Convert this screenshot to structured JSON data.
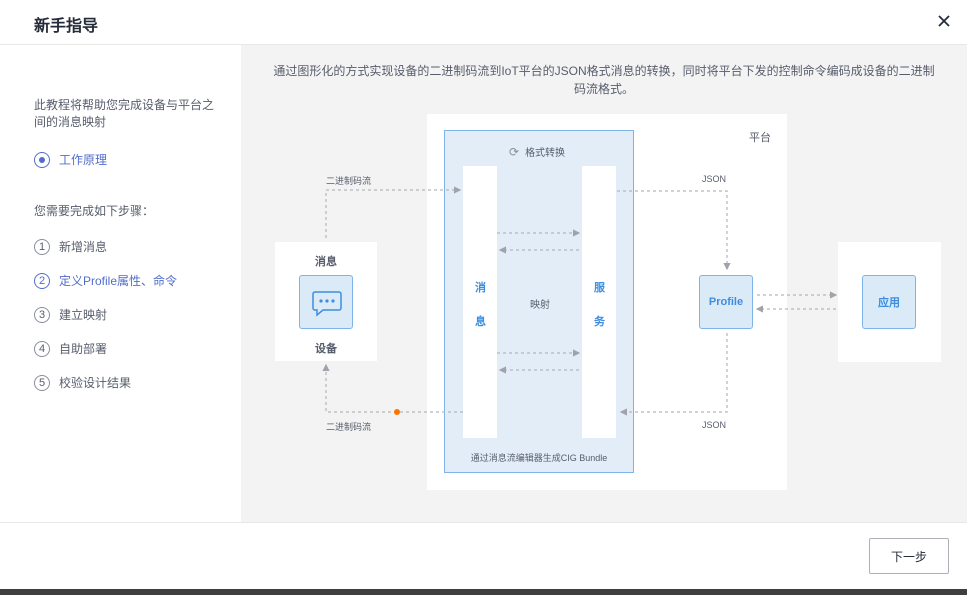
{
  "dialog": {
    "title": "新手指导",
    "close_icon": "close-icon"
  },
  "sidebar": {
    "intro": "此教程将帮助您完成设备与平台之间的消息映射",
    "principle": "工作原理",
    "needs": "您需要完成如下步骤：",
    "steps": [
      {
        "num": "1",
        "label": "新增消息"
      },
      {
        "num": "2",
        "label": "定义Profile属性、命令"
      },
      {
        "num": "3",
        "label": "建立映射"
      },
      {
        "num": "4",
        "label": "自助部署"
      },
      {
        "num": "5",
        "label": "校验设计结果"
      }
    ]
  },
  "main": {
    "description": "通过图形化的方式实现设备的二进制码流到IoT平台的JSON格式消息的转换，同时将平台下发的控制命令编码成设备的二进制码流格式。",
    "diagram": {
      "platform": "平台",
      "format_conversion": "格式转换",
      "message_col": [
        "消",
        "息"
      ],
      "service_col": [
        "服",
        "务"
      ],
      "mapping": "映射",
      "bundle": "通过消息流编辑器生成CIG Bundle",
      "device_top": "消息",
      "device_bottom": "设备",
      "profile": "Profile",
      "app": "应用",
      "binary_top": "二进制码流",
      "binary_bottom": "二进制码流",
      "json_top": "JSON",
      "json_bottom": "JSON",
      "accent": "#3d8ee0",
      "highlight_dot": "#fe7300"
    }
  },
  "footer": {
    "next_label": "下一步"
  }
}
